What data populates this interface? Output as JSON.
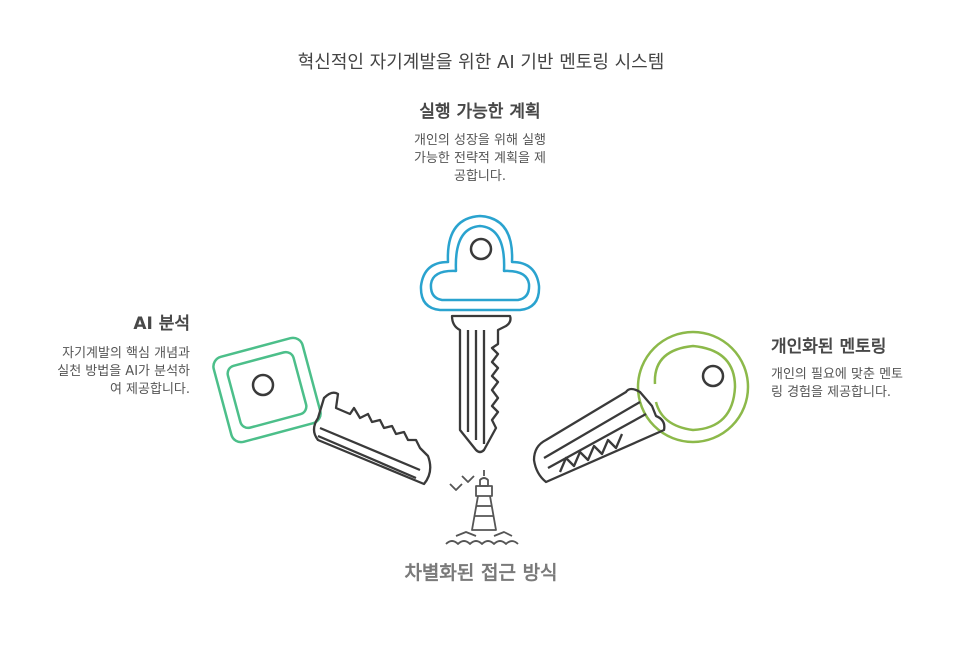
{
  "title": "혁신적인 자기계발을 위한 AI 기반 멘토링 시스템",
  "top": {
    "heading": "실행 가능한 계획",
    "lines": [
      "개인의 성장을 위해 실행",
      "가능한 전략적 계획을 제",
      "공합니다."
    ]
  },
  "left": {
    "heading": "AI 분석",
    "lines": [
      "자기계발의 핵심 개념과",
      "실천 방법을 AI가 분석하",
      "여 제공합니다."
    ]
  },
  "right": {
    "heading": "개인화된 멘토링",
    "lines": [
      "개인의 필요에 맞춘 멘토",
      "링 경험을 제공합니다."
    ]
  },
  "bottom": {
    "label": "차별화된 접근 방식"
  },
  "colors": {
    "top_key": "#2aa3cf",
    "left_key": "#4cbf8a",
    "right_key": "#8cb94a",
    "shaft": "#3a3a3a"
  },
  "icons": [
    "cloud-key-icon",
    "square-key-icon",
    "round-key-icon",
    "lighthouse-icon"
  ]
}
